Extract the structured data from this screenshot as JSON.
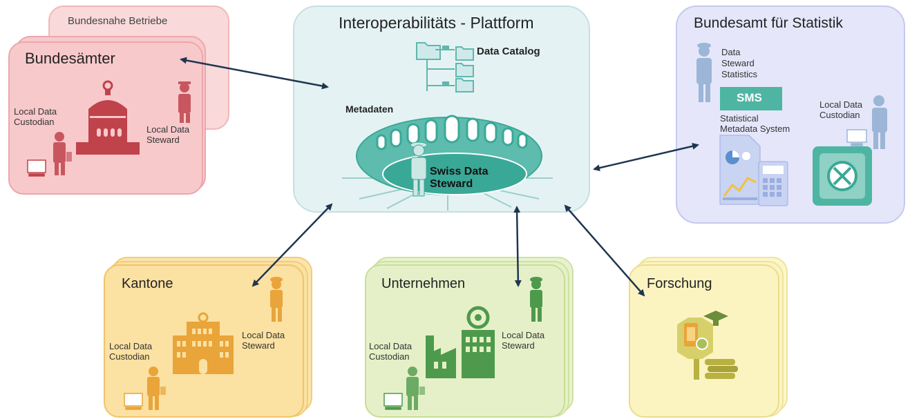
{
  "colors": {
    "red_box": "#f7c9cb",
    "red_fill": "#c0424b",
    "platform_box": "#e5f2f3",
    "teal": "#3aa896",
    "blue_box": "#e5e6fa",
    "blue_person": "#9bb6d6",
    "orange_box": "#fbe1a2",
    "orange": "#e9a43a",
    "green_box": "#e6f0c8",
    "green": "#4e9a4c",
    "yellow_box": "#fbf4c1",
    "arrow": "#1f3550"
  },
  "platform": {
    "title": "Interoperabilitäts - Plattform",
    "data_catalog": "Data Catalog",
    "metadaten": "Metadaten",
    "swiss_data_steward": "Swiss Data\nSteward"
  },
  "bundesaemter": {
    "back_title": "Bundesnahe Betriebe",
    "title": "Bundesämter",
    "custodian": "Local Data\nCustodian",
    "steward": "Local Data\nSteward"
  },
  "bfs": {
    "title": "Bundesamt für Statistik",
    "steward": "Data\nSteward\nStatistics",
    "sms": "SMS",
    "sms_desc": "Statistical\nMetadata System",
    "custodian": "Local Data\nCustodian"
  },
  "kantone": {
    "title": "Kantone",
    "custodian": "Local Data\nCustodian",
    "steward": "Local Data\nSteward"
  },
  "unternehmen": {
    "title": "Unternehmen",
    "custodian": "Local Data\nCustodian",
    "steward": "Local Data\nSteward"
  },
  "forschung": {
    "title": "Forschung"
  }
}
